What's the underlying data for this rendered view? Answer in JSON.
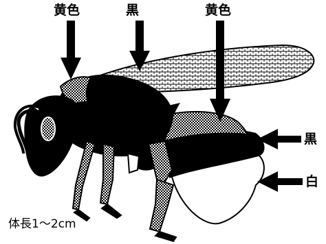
{
  "labels": {
    "yellow_left": "黄色",
    "black_top": "黒",
    "yellow_right": "黄色",
    "black_side": "黒",
    "white_side": "白",
    "size": "体長1〜2cm"
  },
  "icons": [
    "down-arrow-icon",
    "left-arrow-icon"
  ],
  "colors": {
    "ink": "#000000",
    "paper": "#ffffff",
    "pattern": "#9a9a9a"
  }
}
